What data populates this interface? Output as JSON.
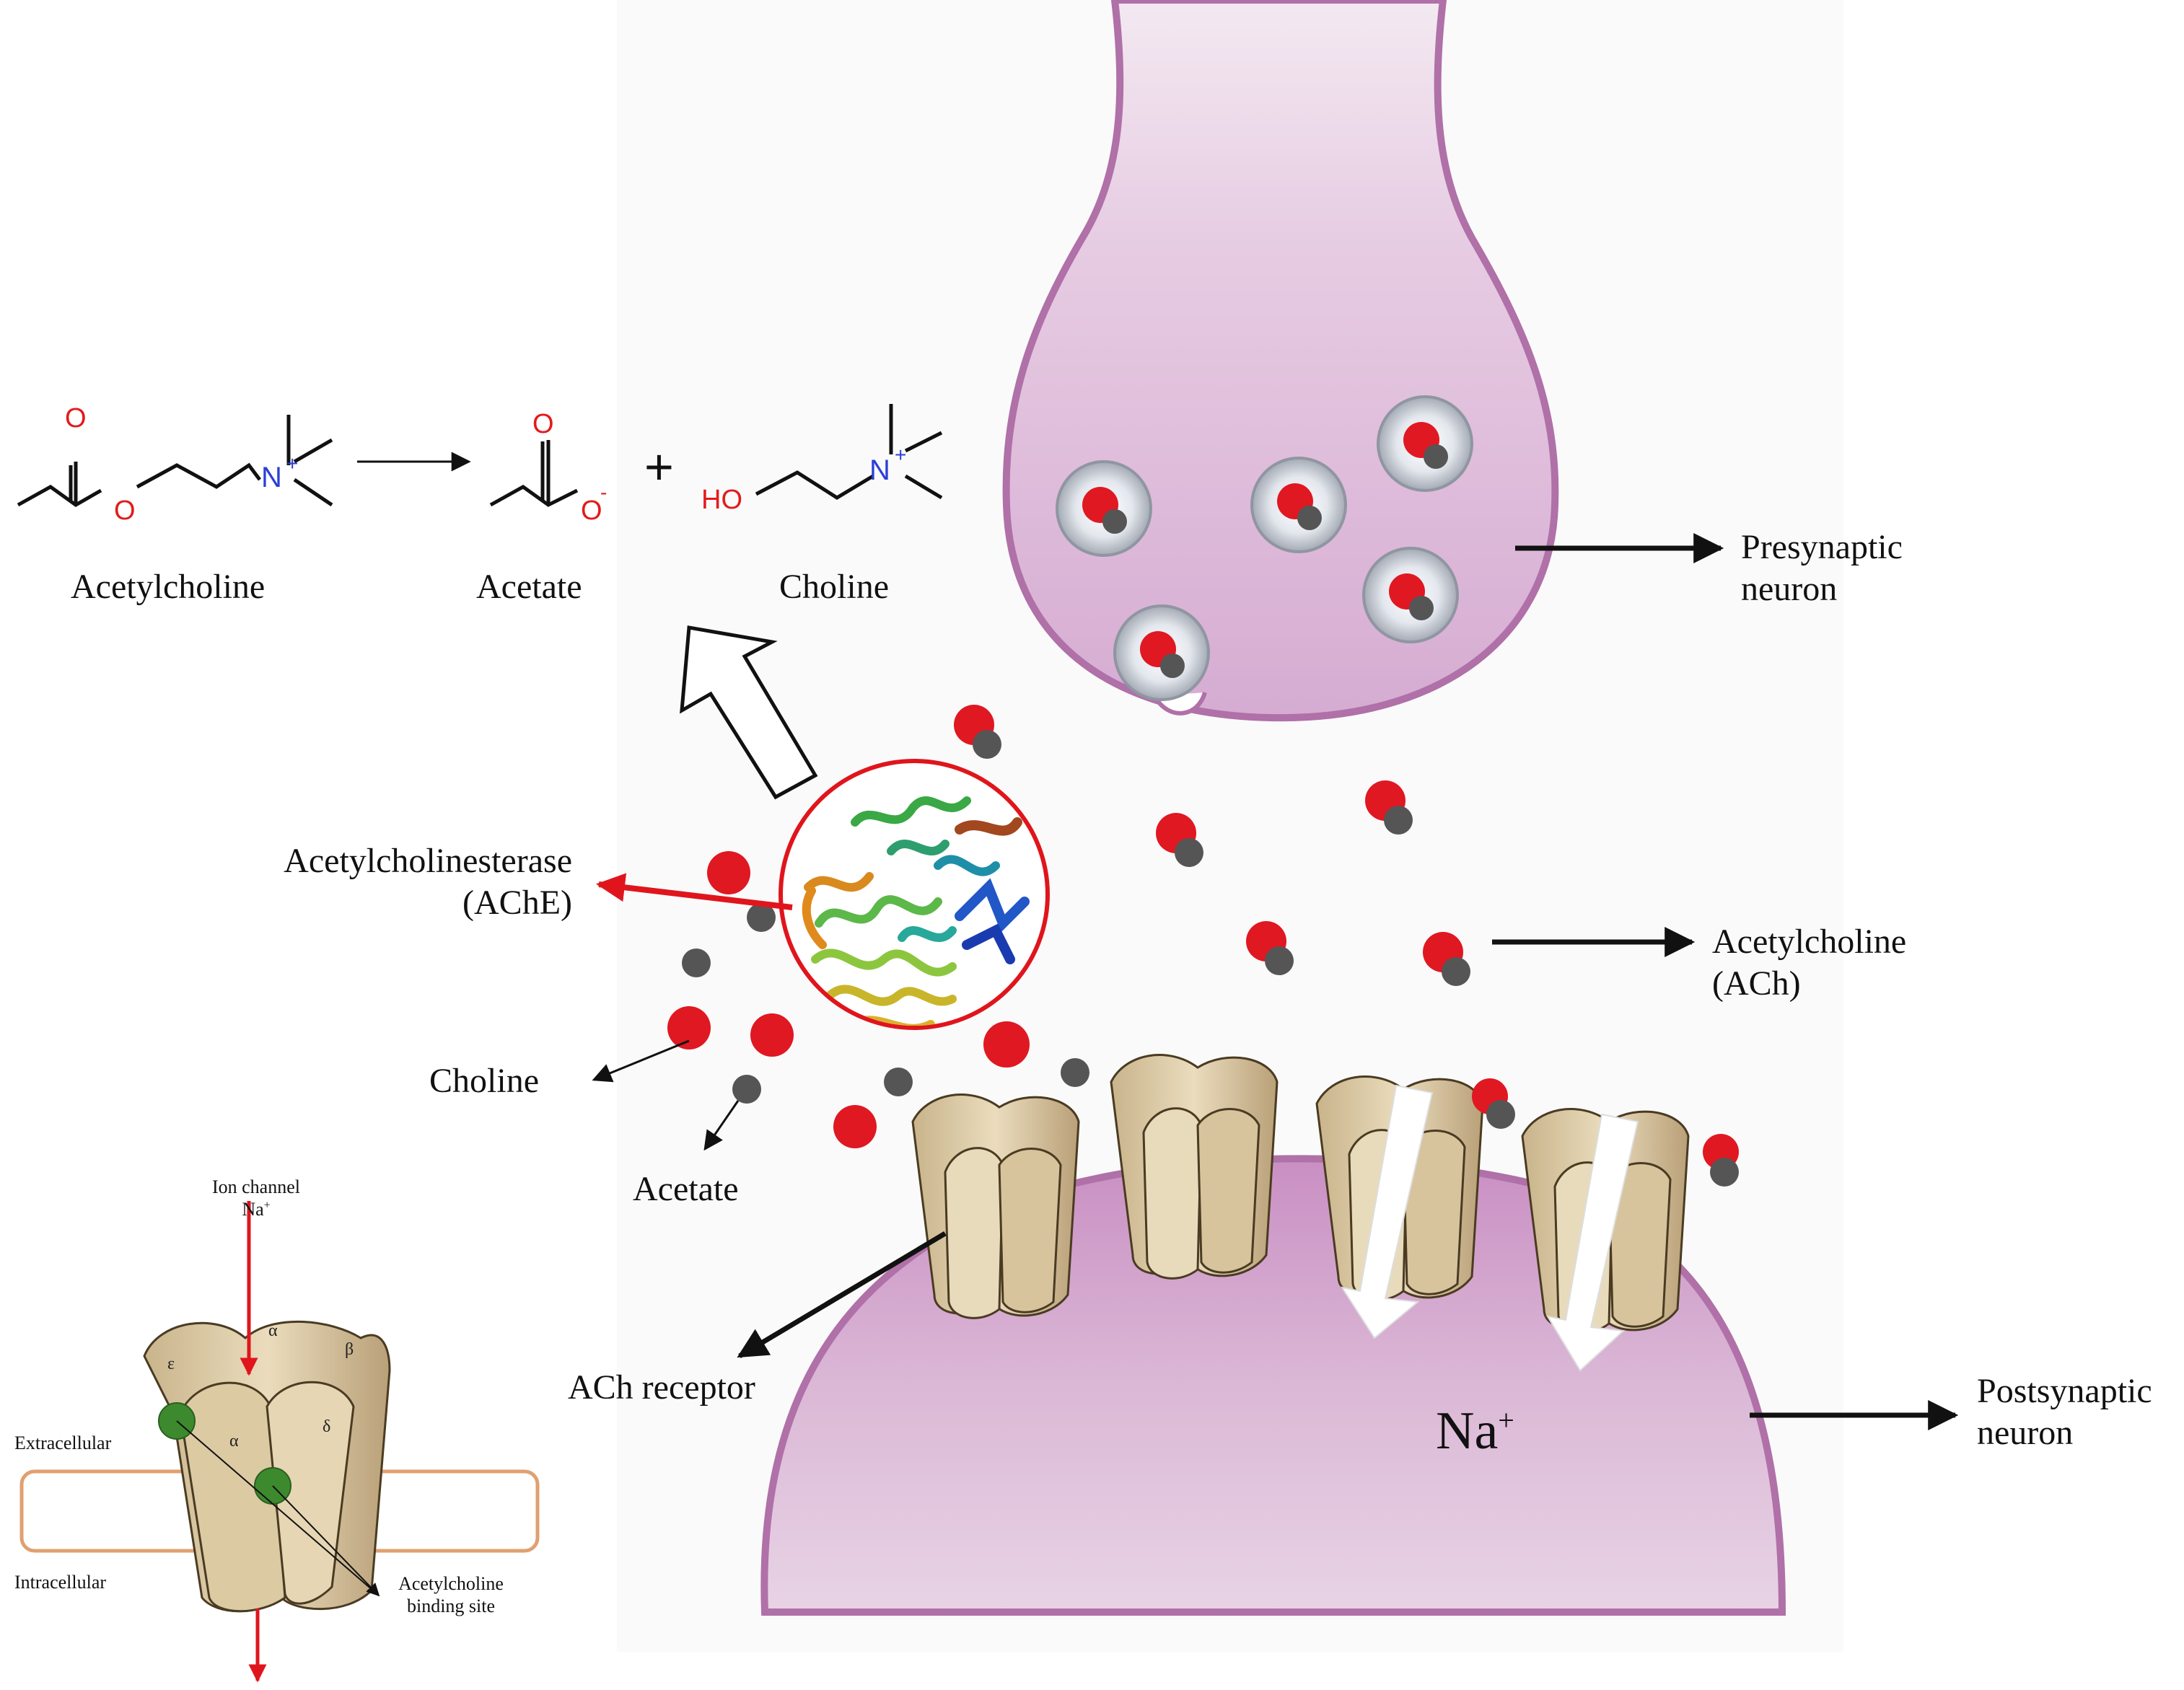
{
  "reaction": {
    "reactant": "Acetylcholine",
    "product1": "Acetate",
    "plus": "+",
    "product2": "Choline",
    "atoms": {
      "O": "O",
      "N": "N",
      "plus": "+",
      "minus": "-",
      "HO": "HO"
    }
  },
  "labels": {
    "presynaptic_line1": "Presynaptic",
    "presynaptic_line2": "neuron",
    "ache_line1": "Acetylcholinesterase",
    "ache_line2": "(AChE)",
    "ach_line1": "Acetylcholine",
    "ach_line2": "(ACh)",
    "choline": "Choline",
    "acetate": "Acetate",
    "ach_receptor": "ACh receptor",
    "postsynaptic_line1": "Postsynaptic",
    "postsynaptic_line2": "neuron",
    "na_ion": "Na",
    "na_charge": "+"
  },
  "inset": {
    "ion_channel_line1": "Ion channel",
    "ion_channel_line2": "Na",
    "ion_channel_charge": "+",
    "extracellular": "Extracellular",
    "intracellular": "Intracellular",
    "binding_line1": "Acetylcholine",
    "binding_line2": "binding site",
    "subunits": {
      "epsilon": "ε",
      "alpha_top": "α",
      "beta": "β",
      "alpha_front": "α",
      "delta": "δ"
    }
  },
  "colors": {
    "neuron_fill": "#d9b3d6",
    "neuron_border": "#a8669f",
    "acetylcholine_red": "#e01822",
    "acetate_gray": "#555555",
    "arrow_red": "#e0151c",
    "receptor_fill": "#e3d3b0",
    "membrane_orange": "#e0a070",
    "binding_site_green": "#3d8a2e",
    "nitrogen_blue": "#2b3fd8",
    "oxygen_red": "#e21b1b"
  }
}
